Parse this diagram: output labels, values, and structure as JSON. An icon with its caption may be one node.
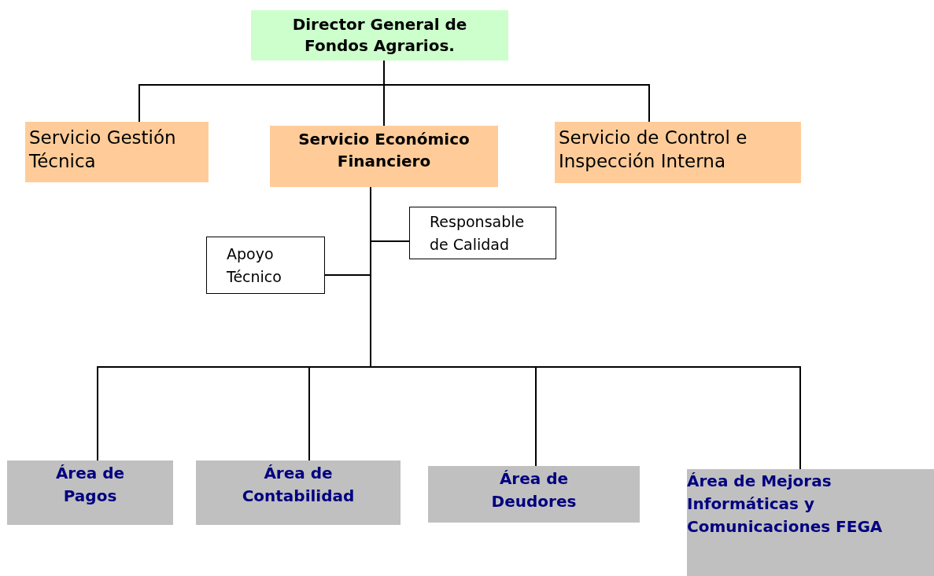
{
  "diagram": {
    "nodes": [
      {
        "text": [
          "Director General de Fondos Agrarios."
        ]
      },
      {
        "text": [
          "Servicio Gestión Técnica"
        ]
      },
      {
        "text": [
          "Servicio Económico Financiero"
        ]
      },
      {
        "text": [
          "Servicio de Control e Inspección Interna"
        ]
      },
      {
        "text": [
          "Responsable de Calidad"
        ]
      },
      {
        "text": [
          "Apoyo Técnico"
        ]
      },
      {
        "text": [
          "Área de Pagos"
        ]
      },
      {
        "text": [
          "Área de Contabilidad"
        ]
      },
      {
        "text": [
          "Área de Deudores"
        ]
      },
      {
        "text": [
          "Área de Mejoras Informáticas y Comunicaciones FEGA"
        ]
      }
    ],
    "edges": [
      {
        "from": 0,
        "to": 1,
        "arrow": "none"
      },
      {
        "from": 0,
        "to": 2,
        "arrow": "none"
      },
      {
        "from": 0,
        "to": 3,
        "arrow": "none"
      },
      {
        "from": 2,
        "to": 4,
        "arrow": "none"
      },
      {
        "from": 5,
        "to": 2,
        "arrow": "none"
      },
      {
        "from": 2,
        "to": 6,
        "arrow": "none"
      },
      {
        "from": 2,
        "to": 7,
        "arrow": "none"
      },
      {
        "from": 2,
        "to": 8,
        "arrow": "none"
      },
      {
        "from": 2,
        "to": 9,
        "arrow": "none"
      }
    ]
  }
}
